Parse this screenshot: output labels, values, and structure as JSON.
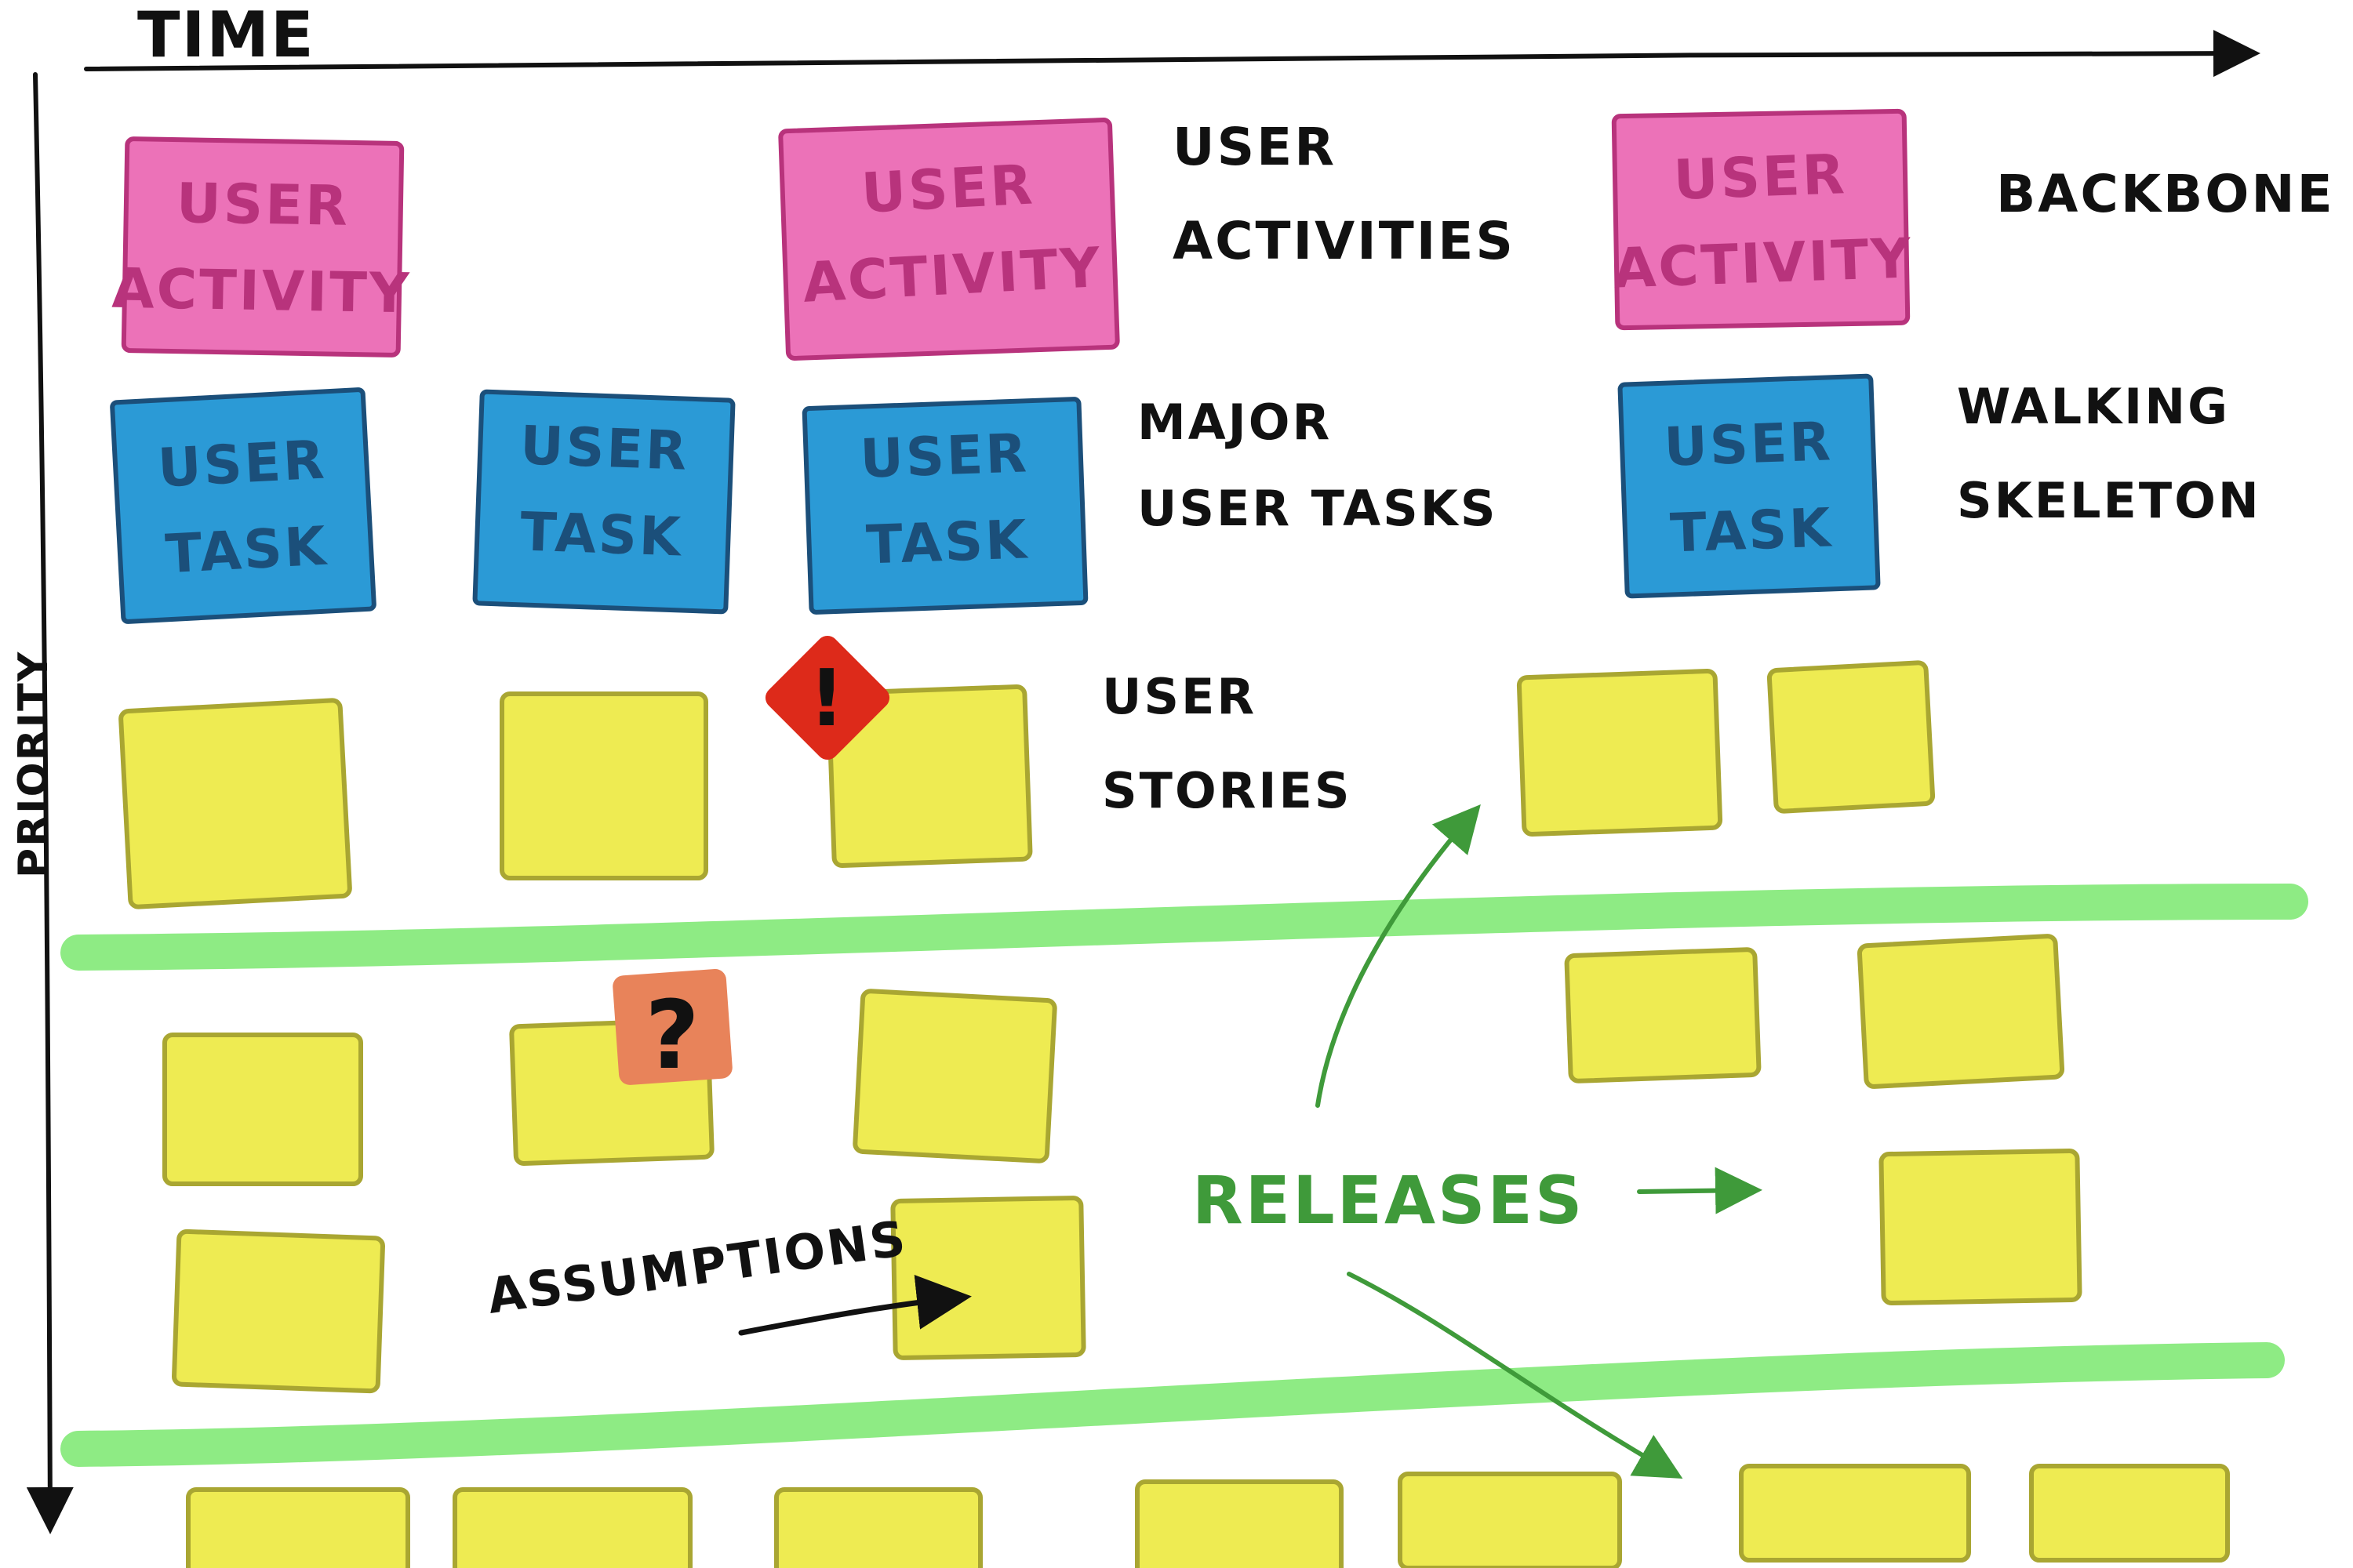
{
  "axes": {
    "time_label": "TIME",
    "priority_label": "PRIORITY"
  },
  "notes": {
    "user_activity": "USER\nACTIVITY",
    "user_task": "USER\nTASK"
  },
  "labels": {
    "user_activities": "USER\nACTIVITIES",
    "backbone": "BACKBONE",
    "major_user_tasks": "MAJOR\nUSER TASKS",
    "walking_skeleton": "WALKING\nSKELETON",
    "user_stories": "USER\nSTORIES",
    "releases": "RELEASES",
    "assumptions": "ASSUMPTIONS"
  },
  "markers": {
    "risk": "!",
    "question": "?"
  },
  "colors": {
    "activity": "#ec72b8",
    "activity_border": "#b8337c",
    "task": "#2b9ad6",
    "task_border": "#1b4f7a",
    "story": "#eeeb52",
    "story_border": "#a9a632",
    "release_line": "#8eeb84",
    "release_text": "#3f9a3a",
    "risk": "#dd2a1a",
    "question": "#e8835a",
    "ink": "#111111"
  }
}
